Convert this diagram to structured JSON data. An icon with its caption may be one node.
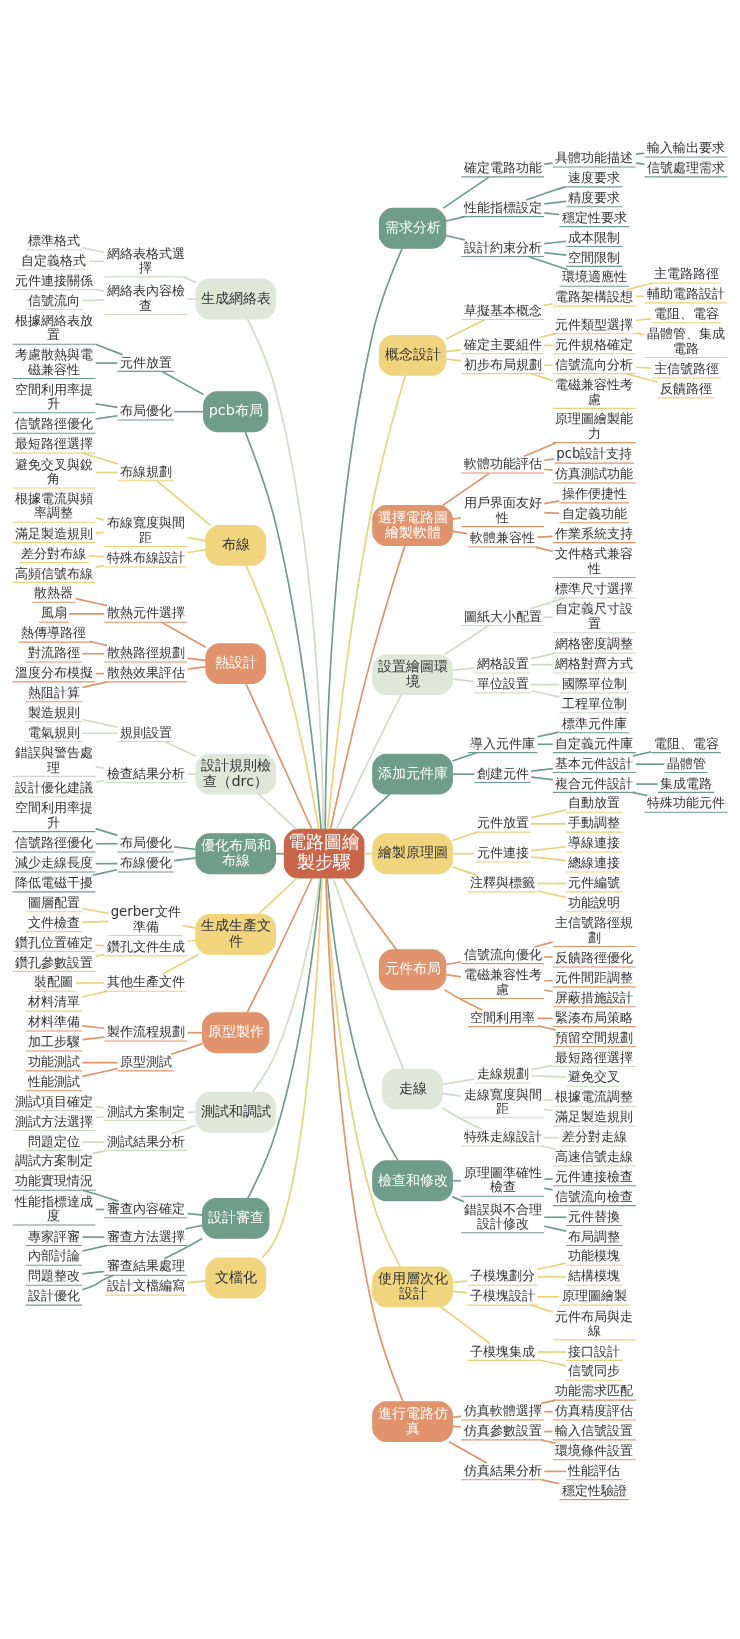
{
  "diagram": {
    "nodes": [
      {
        "text": [
          "電路圖繪製步驟"
        ]
      },
      {
        "text": [
          "需求分析"
        ]
      },
      {
        "text": [
          "確定電路功能"
        ]
      },
      {
        "text": [
          "具體功能描述"
        ]
      },
      {
        "text": [
          "輸入輸出要求"
        ]
      },
      {
        "text": [
          "信號處理需求"
        ]
      },
      {
        "text": [
          "性能指標設定"
        ]
      },
      {
        "text": [
          "速度要求"
        ]
      },
      {
        "text": [
          "精度要求"
        ]
      },
      {
        "text": [
          "穩定性要求"
        ]
      },
      {
        "text": [
          "設計約束分析"
        ]
      },
      {
        "text": [
          "成本限制"
        ]
      },
      {
        "text": [
          "空間限制"
        ]
      },
      {
        "text": [
          "環境適應性"
        ]
      },
      {
        "text": [
          "概念設計"
        ]
      },
      {
        "text": [
          "草擬基本概念"
        ]
      },
      {
        "text": [
          "電路架構設想"
        ]
      },
      {
        "text": [
          "主電路路徑"
        ]
      },
      {
        "text": [
          "輔助電路設計"
        ]
      },
      {
        "text": [
          "確定主要組件"
        ]
      },
      {
        "text": [
          "元件類型選擇"
        ]
      },
      {
        "text": [
          "電阻、電容"
        ]
      },
      {
        "text": [
          "晶體管、集成電路"
        ]
      },
      {
        "text": [
          "元件規格確定"
        ]
      },
      {
        "text": [
          "初步布局規劃"
        ]
      },
      {
        "text": [
          "信號流向分析"
        ]
      },
      {
        "text": [
          "主信號路徑"
        ]
      },
      {
        "text": [
          "反饋路徑"
        ]
      },
      {
        "text": [
          "電磁兼容性考慮"
        ]
      },
      {
        "text": [
          "選擇電路圖繪製軟體"
        ]
      },
      {
        "text": [
          "軟體功能評估"
        ]
      },
      {
        "text": [
          "原理圖繪製能力"
        ]
      },
      {
        "text": [
          "pcb設計支持"
        ]
      },
      {
        "text": [
          "仿真測試功能"
        ]
      },
      {
        "text": [
          "用戶界面友好性"
        ]
      },
      {
        "text": [
          "操作便捷性"
        ]
      },
      {
        "text": [
          "自定義功能"
        ]
      },
      {
        "text": [
          "軟體兼容性"
        ]
      },
      {
        "text": [
          "作業系統支持"
        ]
      },
      {
        "text": [
          "文件格式兼容性"
        ]
      },
      {
        "text": [
          "設置繪圖環境"
        ]
      },
      {
        "text": [
          "圖紙大小配置"
        ]
      },
      {
        "text": [
          "標準尺寸選擇"
        ]
      },
      {
        "text": [
          "自定義尺寸設置"
        ]
      },
      {
        "text": [
          "網格設置"
        ]
      },
      {
        "text": [
          "網格密度調整"
        ]
      },
      {
        "text": [
          "網格對齊方式"
        ]
      },
      {
        "text": [
          "單位設置"
        ]
      },
      {
        "text": [
          "國際單位制"
        ]
      },
      {
        "text": [
          "工程單位制"
        ]
      },
      {
        "text": [
          "添加元件庫"
        ]
      },
      {
        "text": [
          "導入元件庫"
        ]
      },
      {
        "text": [
          "標準元件庫"
        ]
      },
      {
        "text": [
          "自定義元件庫"
        ]
      },
      {
        "text": [
          "創建元件"
        ]
      },
      {
        "text": [
          "基本元件設計"
        ]
      },
      {
        "text": [
          "電阻、電容"
        ]
      },
      {
        "text": [
          "晶體管"
        ]
      },
      {
        "text": [
          "複合元件設計"
        ]
      },
      {
        "text": [
          "集成電路"
        ]
      },
      {
        "text": [
          "特殊功能元件"
        ]
      },
      {
        "text": [
          "繪製原理圖"
        ]
      },
      {
        "text": [
          "元件放置"
        ]
      },
      {
        "text": [
          "自動放置"
        ]
      },
      {
        "text": [
          "手動調整"
        ]
      },
      {
        "text": [
          "元件連接"
        ]
      },
      {
        "text": [
          "導線連接"
        ]
      },
      {
        "text": [
          "總線連接"
        ]
      },
      {
        "text": [
          "注釋與標籤"
        ]
      },
      {
        "text": [
          "元件編號"
        ]
      },
      {
        "text": [
          "功能說明"
        ]
      },
      {
        "text": [
          "元件布局"
        ]
      },
      {
        "text": [
          "信號流向優化"
        ]
      },
      {
        "text": [
          "主信號路徑規劃"
        ]
      },
      {
        "text": [
          "反饋路徑優化"
        ]
      },
      {
        "text": [
          "電磁兼容性考慮"
        ]
      },
      {
        "text": [
          "元件間距調整"
        ]
      },
      {
        "text": [
          "屏蔽措施設計"
        ]
      },
      {
        "text": [
          "空間利用率"
        ]
      },
      {
        "text": [
          "緊湊布局策略"
        ]
      },
      {
        "text": [
          "預留空間規劃"
        ]
      },
      {
        "text": [
          "走線"
        ]
      },
      {
        "text": [
          "走線規劃"
        ]
      },
      {
        "text": [
          "最短路徑選擇"
        ]
      },
      {
        "text": [
          "避免交叉"
        ]
      },
      {
        "text": [
          "走線寬度與間距"
        ]
      },
      {
        "text": [
          "根據電流調整"
        ]
      },
      {
        "text": [
          "滿足製造規則"
        ]
      },
      {
        "text": [
          "特殊走線設計"
        ]
      },
      {
        "text": [
          "差分對走線"
        ]
      },
      {
        "text": [
          "高速信號走線"
        ]
      },
      {
        "text": [
          "檢查和修改"
        ]
      },
      {
        "text": [
          "原理圖準確性檢查"
        ]
      },
      {
        "text": [
          "元件連接檢查"
        ]
      },
      {
        "text": [
          "信號流向檢查"
        ]
      },
      {
        "text": [
          "錯誤與不合理設計修改"
        ]
      },
      {
        "text": [
          "元件替換"
        ]
      },
      {
        "text": [
          "布局調整"
        ]
      },
      {
        "text": [
          "使用層次化設計"
        ]
      },
      {
        "text": [
          "子模塊劃分"
        ]
      },
      {
        "text": [
          "功能模塊"
        ]
      },
      {
        "text": [
          "結構模塊"
        ]
      },
      {
        "text": [
          "子模塊設計"
        ]
      },
      {
        "text": [
          "原理圖繪製"
        ]
      },
      {
        "text": [
          "元件布局與走線"
        ]
      },
      {
        "text": [
          "子模塊集成"
        ]
      },
      {
        "text": [
          "接口設計"
        ]
      },
      {
        "text": [
          "信號同步"
        ]
      },
      {
        "text": [
          "進行電路仿真"
        ]
      },
      {
        "text": [
          "仿真軟體選擇"
        ]
      },
      {
        "text": [
          "功能需求匹配"
        ]
      },
      {
        "text": [
          "仿真精度評估"
        ]
      },
      {
        "text": [
          "仿真參數設置"
        ]
      },
      {
        "text": [
          "輸入信號設置"
        ]
      },
      {
        "text": [
          "環境條件設置"
        ]
      },
      {
        "text": [
          "仿真結果分析"
        ]
      },
      {
        "text": [
          "性能評估"
        ]
      },
      {
        "text": [
          "穩定性驗證"
        ]
      },
      {
        "text": [
          "生成網絡表"
        ]
      },
      {
        "text": [
          "網絡表格式選擇"
        ]
      },
      {
        "text": [
          "標準格式"
        ]
      },
      {
        "text": [
          "自定義格式"
        ]
      },
      {
        "text": [
          "網絡表內容檢查"
        ]
      },
      {
        "text": [
          "元件連接關係"
        ]
      },
      {
        "text": [
          "信號流向"
        ]
      },
      {
        "text": [
          "pcb布局"
        ]
      },
      {
        "text": [
          "元件放置"
        ]
      },
      {
        "text": [
          "根據網絡表放置"
        ]
      },
      {
        "text": [
          "考慮散熱與電磁兼容性"
        ]
      },
      {
        "text": [
          "布局優化"
        ]
      },
      {
        "text": [
          "空間利用率提升"
        ]
      },
      {
        "text": [
          "信號路徑優化"
        ]
      },
      {
        "text": [
          "布線"
        ]
      },
      {
        "text": [
          "布線規劃"
        ]
      },
      {
        "text": [
          "最短路徑選擇"
        ]
      },
      {
        "text": [
          "避免交叉與銳角"
        ]
      },
      {
        "text": [
          "布線寬度與間距"
        ]
      },
      {
        "text": [
          "根據電流與頻率調整"
        ]
      },
      {
        "text": [
          "滿足製造規則"
        ]
      },
      {
        "text": [
          "特殊布線設計"
        ]
      },
      {
        "text": [
          "差分對布線"
        ]
      },
      {
        "text": [
          "高頻信號布線"
        ]
      },
      {
        "text": [
          "熱設計"
        ]
      },
      {
        "text": [
          "散熱元件選擇"
        ]
      },
      {
        "text": [
          "散熱器"
        ]
      },
      {
        "text": [
          "風扇"
        ]
      },
      {
        "text": [
          "散熱路徑規劃"
        ]
      },
      {
        "text": [
          "熱傳導路徑"
        ]
      },
      {
        "text": [
          "對流路徑"
        ]
      },
      {
        "text": [
          "散熱效果評估"
        ]
      },
      {
        "text": [
          "溫度分布模擬"
        ]
      },
      {
        "text": [
          "熱阻計算"
        ]
      },
      {
        "text": [
          "設計規則檢查（drc）"
        ]
      },
      {
        "text": [
          "規則設置"
        ]
      },
      {
        "text": [
          "製造規則"
        ]
      },
      {
        "text": [
          "電氣規則"
        ]
      },
      {
        "text": [
          "檢查結果分析"
        ]
      },
      {
        "text": [
          "錯誤與警告處理"
        ]
      },
      {
        "text": [
          "設計優化建議"
        ]
      },
      {
        "text": [
          "優化布局和布線"
        ]
      },
      {
        "text": [
          "布局優化"
        ]
      },
      {
        "text": [
          "空間利用率提升"
        ]
      },
      {
        "text": [
          "信號路徑優化"
        ]
      },
      {
        "text": [
          "布線優化"
        ]
      },
      {
        "text": [
          "減少走線長度"
        ]
      },
      {
        "text": [
          "降低電磁干擾"
        ]
      },
      {
        "text": [
          "生成生產文件"
        ]
      },
      {
        "text": [
          "gerber文件準備"
        ]
      },
      {
        "text": [
          "圖層配置"
        ]
      },
      {
        "text": [
          "文件檢查"
        ]
      },
      {
        "text": [
          "鑽孔文件生成"
        ]
      },
      {
        "text": [
          "鑽孔位置確定"
        ]
      },
      {
        "text": [
          "鑽孔參數設置"
        ]
      },
      {
        "text": [
          "其他生產文件"
        ]
      },
      {
        "text": [
          "裝配圖"
        ]
      },
      {
        "text": [
          "材料清單"
        ]
      },
      {
        "text": [
          "原型製作"
        ]
      },
      {
        "text": [
          "製作流程規劃"
        ]
      },
      {
        "text": [
          "材料準備"
        ]
      },
      {
        "text": [
          "加工步驟"
        ]
      },
      {
        "text": [
          "原型測試"
        ]
      },
      {
        "text": [
          "功能測試"
        ]
      },
      {
        "text": [
          "性能測試"
        ]
      },
      {
        "text": [
          "測試和調試"
        ]
      },
      {
        "text": [
          "測試方案制定"
        ]
      },
      {
        "text": [
          "測試項目確定"
        ]
      },
      {
        "text": [
          "測試方法選擇"
        ]
      },
      {
        "text": [
          "測試結果分析"
        ]
      },
      {
        "text": [
          "問題定位"
        ]
      },
      {
        "text": [
          "調試方案制定"
        ]
      },
      {
        "text": [
          "設計審查"
        ]
      },
      {
        "text": [
          "審查內容確定"
        ]
      },
      {
        "text": [
          "功能實現情況"
        ]
      },
      {
        "text": [
          "性能指標達成度"
        ]
      },
      {
        "text": [
          "審查方法選擇"
        ]
      },
      {
        "text": [
          "專家評審"
        ]
      },
      {
        "text": [
          "內部討論"
        ]
      },
      {
        "text": [
          "審查結果處理"
        ]
      },
      {
        "text": [
          "問題整改"
        ]
      },
      {
        "text": [
          "設計優化"
        ]
      },
      {
        "text": [
          "文檔化"
        ]
      },
      {
        "text": [
          "設計文檔編寫"
        ]
      }
    ],
    "edges": [
      {
        "from": 0,
        "to": 1,
        "arrow": "none",
        "color": "#6f9c8b"
      },
      {
        "from": 1,
        "to": 2,
        "arrow": "none",
        "color": "#6f9c8b"
      },
      {
        "from": 2,
        "to": 3,
        "arrow": "none",
        "color": "#6f9c8b"
      },
      {
        "from": 3,
        "to": 4,
        "arrow": "none",
        "color": "#6f9c8b"
      },
      {
        "from": 3,
        "to": 5,
        "arrow": "none",
        "color": "#6f9c8b"
      },
      {
        "from": 1,
        "to": 6,
        "arrow": "none",
        "color": "#6f9c8b"
      },
      {
        "from": 6,
        "to": 7,
        "arrow": "none",
        "color": "#6f9c8b"
      },
      {
        "from": 6,
        "to": 8,
        "arrow": "none",
        "color": "#6f9c8b"
      },
      {
        "from": 6,
        "to": 9,
        "arrow": "none",
        "color": "#6f9c8b"
      },
      {
        "from": 1,
        "to": 10,
        "arrow": "none",
        "color": "#6f9c8b"
      },
      {
        "from": 10,
        "to": 11,
        "arrow": "none",
        "color": "#6f9c8b"
      },
      {
        "from": 10,
        "to": 12,
        "arrow": "none",
        "color": "#6f9c8b"
      },
      {
        "from": 10,
        "to": 13,
        "arrow": "none",
        "color": "#6f9c8b"
      },
      {
        "from": 0,
        "to": 14,
        "arrow": "none",
        "color": "#ead27c"
      },
      {
        "from": 14,
        "to": 15,
        "arrow": "none",
        "color": "#ead27c"
      },
      {
        "from": 15,
        "to": 16,
        "arrow": "none",
        "color": "#ead27c"
      },
      {
        "from": 16,
        "to": 17,
        "arrow": "none",
        "color": "#ead27c"
      },
      {
        "from": 16,
        "to": 18,
        "arrow": "none",
        "color": "#ead27c"
      },
      {
        "from": 14,
        "to": 19,
        "arrow": "none",
        "color": "#ead27c"
      },
      {
        "from": 19,
        "to": 20,
        "arrow": "none",
        "color": "#ead27c"
      },
      {
        "from": 20,
        "to": 21,
        "arrow": "none",
        "color": "#ead27c"
      },
      {
        "from": 20,
        "to": 22,
        "arrow": "none",
        "color": "#ead27c"
      },
      {
        "from": 19,
        "to": 23,
        "arrow": "none",
        "color": "#ead27c"
      },
      {
        "from": 14,
        "to": 24,
        "arrow": "none",
        "color": "#ead27c"
      },
      {
        "from": 24,
        "to": 25,
        "arrow": "none",
        "color": "#ead27c"
      },
      {
        "from": 25,
        "to": 26,
        "arrow": "none",
        "color": "#ead27c"
      },
      {
        "from": 25,
        "to": 27,
        "arrow": "none",
        "color": "#ead27c"
      },
      {
        "from": 24,
        "to": 28,
        "arrow": "none",
        "color": "#ead27c"
      },
      {
        "from": 0,
        "to": 29,
        "arrow": "none",
        "color": "#df946b"
      },
      {
        "from": 29,
        "to": 30,
        "arrow": "none",
        "color": "#df946b"
      },
      {
        "from": 30,
        "to": 31,
        "arrow": "none",
        "color": "#df946b"
      },
      {
        "from": 30,
        "to": 32,
        "arrow": "none",
        "color": "#df946b"
      },
      {
        "from": 30,
        "to": 33,
        "arrow": "none",
        "color": "#df946b"
      },
      {
        "from": 29,
        "to": 34,
        "arrow": "none",
        "color": "#df946b"
      },
      {
        "from": 34,
        "to": 35,
        "arrow": "none",
        "color": "#df946b"
      },
      {
        "from": 34,
        "to": 36,
        "arrow": "none",
        "color": "#df946b"
      },
      {
        "from": 29,
        "to": 37,
        "arrow": "none",
        "color": "#df946b"
      },
      {
        "from": 37,
        "to": 38,
        "arrow": "none",
        "color": "#df946b"
      },
      {
        "from": 37,
        "to": 39,
        "arrow": "none",
        "color": "#df946b"
      },
      {
        "from": 0,
        "to": 40,
        "arrow": "none",
        "color": "#cfdcc5"
      },
      {
        "from": 40,
        "to": 41,
        "arrow": "none",
        "color": "#cfdcc5"
      },
      {
        "from": 41,
        "to": 42,
        "arrow": "none",
        "color": "#cfdcc5"
      },
      {
        "from": 41,
        "to": 43,
        "arrow": "none",
        "color": "#cfdcc5"
      },
      {
        "from": 40,
        "to": 44,
        "arrow": "none",
        "color": "#cfdcc5"
      },
      {
        "from": 44,
        "to": 45,
        "arrow": "none",
        "color": "#cfdcc5"
      },
      {
        "from": 44,
        "to": 46,
        "arrow": "none",
        "color": "#cfdcc5"
      },
      {
        "from": 40,
        "to": 47,
        "arrow": "none",
        "color": "#cfdcc5"
      },
      {
        "from": 47,
        "to": 48,
        "arrow": "none",
        "color": "#cfdcc5"
      },
      {
        "from": 47,
        "to": 49,
        "arrow": "none",
        "color": "#cfdcc5"
      },
      {
        "from": 0,
        "to": 50,
        "arrow": "none",
        "color": "#6f9c8b"
      },
      {
        "from": 50,
        "to": 51,
        "arrow": "none",
        "color": "#6f9c8b"
      },
      {
        "from": 51,
        "to": 52,
        "arrow": "none",
        "color": "#6f9c8b"
      },
      {
        "from": 51,
        "to": 53,
        "arrow": "none",
        "color": "#6f9c8b"
      },
      {
        "from": 50,
        "to": 54,
        "arrow": "none",
        "color": "#6f9c8b"
      },
      {
        "from": 54,
        "to": 55,
        "arrow": "none",
        "color": "#6f9c8b"
      },
      {
        "from": 55,
        "to": 56,
        "arrow": "none",
        "color": "#6f9c8b"
      },
      {
        "from": 55,
        "to": 57,
        "arrow": "none",
        "color": "#6f9c8b"
      },
      {
        "from": 54,
        "to": 58,
        "arrow": "none",
        "color": "#6f9c8b"
      },
      {
        "from": 58,
        "to": 59,
        "arrow": "none",
        "color": "#6f9c8b"
      },
      {
        "from": 58,
        "to": 60,
        "arrow": "none",
        "color": "#6f9c8b"
      },
      {
        "from": 0,
        "to": 61,
        "arrow": "none",
        "color": "#ead27c"
      },
      {
        "from": 61,
        "to": 62,
        "arrow": "none",
        "color": "#ead27c"
      },
      {
        "from": 62,
        "to": 63,
        "arrow": "none",
        "color": "#ead27c"
      },
      {
        "from": 62,
        "to": 64,
        "arrow": "none",
        "color": "#ead27c"
      },
      {
        "from": 61,
        "to": 65,
        "arrow": "none",
        "color": "#ead27c"
      },
      {
        "from": 65,
        "to": 66,
        "arrow": "none",
        "color": "#ead27c"
      },
      {
        "from": 65,
        "to": 67,
        "arrow": "none",
        "color": "#ead27c"
      },
      {
        "from": 61,
        "to": 68,
        "arrow": "none",
        "color": "#ead27c"
      },
      {
        "from": 68,
        "to": 69,
        "arrow": "none",
        "color": "#ead27c"
      },
      {
        "from": 68,
        "to": 70,
        "arrow": "none",
        "color": "#ead27c"
      },
      {
        "from": 0,
        "to": 71,
        "arrow": "none",
        "color": "#df946b"
      },
      {
        "from": 71,
        "to": 72,
        "arrow": "none",
        "color": "#df946b"
      },
      {
        "from": 72,
        "to": 73,
        "arrow": "none",
        "color": "#df946b"
      },
      {
        "from": 72,
        "to": 74,
        "arrow": "none",
        "color": "#df946b"
      },
      {
        "from": 71,
        "to": 75,
        "arrow": "none",
        "color": "#df946b"
      },
      {
        "from": 75,
        "to": 76,
        "arrow": "none",
        "color": "#df946b"
      },
      {
        "from": 75,
        "to": 77,
        "arrow": "none",
        "color": "#df946b"
      },
      {
        "from": 71,
        "to": 78,
        "arrow": "none",
        "color": "#df946b"
      },
      {
        "from": 78,
        "to": 79,
        "arrow": "none",
        "color": "#df946b"
      },
      {
        "from": 78,
        "to": 80,
        "arrow": "none",
        "color": "#df946b"
      },
      {
        "from": 0,
        "to": 81,
        "arrow": "none",
        "color": "#cfdcc5"
      },
      {
        "from": 81,
        "to": 82,
        "arrow": "none",
        "color": "#cfdcc5"
      },
      {
        "from": 82,
        "to": 83,
        "arrow": "none",
        "color": "#cfdcc5"
      },
      {
        "from": 82,
        "to": 84,
        "arrow": "none",
        "color": "#cfdcc5"
      },
      {
        "from": 81,
        "to": 85,
        "arrow": "none",
        "color": "#cfdcc5"
      },
      {
        "from": 85,
        "to": 86,
        "arrow": "none",
        "color": "#cfdcc5"
      },
      {
        "from": 85,
        "to": 87,
        "arrow": "none",
        "color": "#cfdcc5"
      },
      {
        "from": 81,
        "to": 88,
        "arrow": "none",
        "color": "#cfdcc5"
      },
      {
        "from": 88,
        "to": 89,
        "arrow": "none",
        "color": "#cfdcc5"
      },
      {
        "from": 88,
        "to": 90,
        "arrow": "none",
        "color": "#cfdcc5"
      },
      {
        "from": 0,
        "to": 91,
        "arrow": "none",
        "color": "#6f9c8b"
      },
      {
        "from": 91,
        "to": 92,
        "arrow": "none",
        "color": "#6f9c8b"
      },
      {
        "from": 92,
        "to": 93,
        "arrow": "none",
        "color": "#6f9c8b"
      },
      {
        "from": 92,
        "to": 94,
        "arrow": "none",
        "color": "#6f9c8b"
      },
      {
        "from": 91,
        "to": 95,
        "arrow": "none",
        "color": "#6f9c8b"
      },
      {
        "from": 95,
        "to": 96,
        "arrow": "none",
        "color": "#6f9c8b"
      },
      {
        "from": 95,
        "to": 97,
        "arrow": "none",
        "color": "#6f9c8b"
      },
      {
        "from": 0,
        "to": 98,
        "arrow": "none",
        "color": "#ead27c"
      },
      {
        "from": 98,
        "to": 99,
        "arrow": "none",
        "color": "#ead27c"
      },
      {
        "from": 99,
        "to": 100,
        "arrow": "none",
        "color": "#ead27c"
      },
      {
        "from": 99,
        "to": 101,
        "arrow": "none",
        "color": "#ead27c"
      },
      {
        "from": 98,
        "to": 102,
        "arrow": "none",
        "color": "#ead27c"
      },
      {
        "from": 102,
        "to": 103,
        "arrow": "none",
        "color": "#ead27c"
      },
      {
        "from": 102,
        "to": 104,
        "arrow": "none",
        "color": "#ead27c"
      },
      {
        "from": 98,
        "to": 105,
        "arrow": "none",
        "color": "#ead27c"
      },
      {
        "from": 105,
        "to": 106,
        "arrow": "none",
        "color": "#ead27c"
      },
      {
        "from": 105,
        "to": 107,
        "arrow": "none",
        "color": "#ead27c"
      },
      {
        "from": 0,
        "to": 108,
        "arrow": "none",
        "color": "#df946b"
      },
      {
        "from": 108,
        "to": 109,
        "arrow": "none",
        "color": "#df946b"
      },
      {
        "from": 109,
        "to": 110,
        "arrow": "none",
        "color": "#df946b"
      },
      {
        "from": 109,
        "to": 111,
        "arrow": "none",
        "color": "#df946b"
      },
      {
        "from": 108,
        "to": 112,
        "arrow": "none",
        "color": "#df946b"
      },
      {
        "from": 112,
        "to": 113,
        "arrow": "none",
        "color": "#df946b"
      },
      {
        "from": 112,
        "to": 114,
        "arrow": "none",
        "color": "#df946b"
      },
      {
        "from": 108,
        "to": 115,
        "arrow": "none",
        "color": "#df946b"
      },
      {
        "from": 115,
        "to": 116,
        "arrow": "none",
        "color": "#df946b"
      },
      {
        "from": 115,
        "to": 117,
        "arrow": "none",
        "color": "#df946b"
      },
      {
        "from": 0,
        "to": 118,
        "arrow": "none",
        "color": "#cfdcc5"
      },
      {
        "from": 118,
        "to": 119,
        "arrow": "none",
        "color": "#cfdcc5"
      },
      {
        "from": 119,
        "to": 120,
        "arrow": "none",
        "color": "#cfdcc5"
      },
      {
        "from": 119,
        "to": 121,
        "arrow": "none",
        "color": "#cfdcc5"
      },
      {
        "from": 118,
        "to": 122,
        "arrow": "none",
        "color": "#cfdcc5"
      },
      {
        "from": 122,
        "to": 123,
        "arrow": "none",
        "color": "#cfdcc5"
      },
      {
        "from": 122,
        "to": 124,
        "arrow": "none",
        "color": "#cfdcc5"
      },
      {
        "from": 0,
        "to": 125,
        "arrow": "none",
        "color": "#6f9c8b"
      },
      {
        "from": 125,
        "to": 126,
        "arrow": "none",
        "color": "#6f9c8b"
      },
      {
        "from": 126,
        "to": 127,
        "arrow": "none",
        "color": "#6f9c8b"
      },
      {
        "from": 126,
        "to": 128,
        "arrow": "none",
        "color": "#6f9c8b"
      },
      {
        "from": 125,
        "to": 129,
        "arrow": "none",
        "color": "#6f9c8b"
      },
      {
        "from": 129,
        "to": 130,
        "arrow": "none",
        "color": "#6f9c8b"
      },
      {
        "from": 129,
        "to": 131,
        "arrow": "none",
        "color": "#6f9c8b"
      },
      {
        "from": 0,
        "to": 132,
        "arrow": "none",
        "color": "#ead27c"
      },
      {
        "from": 132,
        "to": 133,
        "arrow": "none",
        "color": "#ead27c"
      },
      {
        "from": 133,
        "to": 134,
        "arrow": "none",
        "color": "#ead27c"
      },
      {
        "from": 133,
        "to": 135,
        "arrow": "none",
        "color": "#ead27c"
      },
      {
        "from": 132,
        "to": 136,
        "arrow": "none",
        "color": "#ead27c"
      },
      {
        "from": 136,
        "to": 137,
        "arrow": "none",
        "color": "#ead27c"
      },
      {
        "from": 136,
        "to": 138,
        "arrow": "none",
        "color": "#ead27c"
      },
      {
        "from": 132,
        "to": 139,
        "arrow": "none",
        "color": "#ead27c"
      },
      {
        "from": 139,
        "to": 140,
        "arrow": "none",
        "color": "#ead27c"
      },
      {
        "from": 139,
        "to": 141,
        "arrow": "none",
        "color": "#ead27c"
      },
      {
        "from": 0,
        "to": 142,
        "arrow": "none",
        "color": "#df946b"
      },
      {
        "from": 142,
        "to": 143,
        "arrow": "none",
        "color": "#df946b"
      },
      {
        "from": 143,
        "to": 144,
        "arrow": "none",
        "color": "#df946b"
      },
      {
        "from": 143,
        "to": 145,
        "arrow": "none",
        "color": "#df946b"
      },
      {
        "from": 142,
        "to": 146,
        "arrow": "none",
        "color": "#df946b"
      },
      {
        "from": 146,
        "to": 147,
        "arrow": "none",
        "color": "#df946b"
      },
      {
        "from": 146,
        "to": 148,
        "arrow": "none",
        "color": "#df946b"
      },
      {
        "from": 142,
        "to": 149,
        "arrow": "none",
        "color": "#df946b"
      },
      {
        "from": 149,
        "to": 150,
        "arrow": "none",
        "color": "#df946b"
      },
      {
        "from": 149,
        "to": 151,
        "arrow": "none",
        "color": "#df946b"
      },
      {
        "from": 0,
        "to": 152,
        "arrow": "none",
        "color": "#cfdcc5"
      },
      {
        "from": 152,
        "to": 153,
        "arrow": "none",
        "color": "#cfdcc5"
      },
      {
        "from": 153,
        "to": 154,
        "arrow": "none",
        "color": "#cfdcc5"
      },
      {
        "from": 153,
        "to": 155,
        "arrow": "none",
        "color": "#cfdcc5"
      },
      {
        "from": 152,
        "to": 156,
        "arrow": "none",
        "color": "#cfdcc5"
      },
      {
        "from": 156,
        "to": 157,
        "arrow": "none",
        "color": "#cfdcc5"
      },
      {
        "from": 156,
        "to": 158,
        "arrow": "none",
        "color": "#cfdcc5"
      },
      {
        "from": 0,
        "to": 159,
        "arrow": "none",
        "color": "#6f9c8b"
      },
      {
        "from": 159,
        "to": 160,
        "arrow": "none",
        "color": "#6f9c8b"
      },
      {
        "from": 160,
        "to": 161,
        "arrow": "none",
        "color": "#6f9c8b"
      },
      {
        "from": 160,
        "to": 162,
        "arrow": "none",
        "color": "#6f9c8b"
      },
      {
        "from": 159,
        "to": 163,
        "arrow": "none",
        "color": "#6f9c8b"
      },
      {
        "from": 163,
        "to": 164,
        "arrow": "none",
        "color": "#6f9c8b"
      },
      {
        "from": 163,
        "to": 165,
        "arrow": "none",
        "color": "#6f9c8b"
      },
      {
        "from": 0,
        "to": 166,
        "arrow": "none",
        "color": "#ead27c"
      },
      {
        "from": 166,
        "to": 167,
        "arrow": "none",
        "color": "#ead27c"
      },
      {
        "from": 167,
        "to": 168,
        "arrow": "none",
        "color": "#ead27c"
      },
      {
        "from": 167,
        "to": 169,
        "arrow": "none",
        "color": "#ead27c"
      },
      {
        "from": 166,
        "to": 170,
        "arrow": "none",
        "color": "#ead27c"
      },
      {
        "from": 170,
        "to": 171,
        "arrow": "none",
        "color": "#ead27c"
      },
      {
        "from": 170,
        "to": 172,
        "arrow": "none",
        "color": "#ead27c"
      },
      {
        "from": 166,
        "to": 173,
        "arrow": "none",
        "color": "#ead27c"
      },
      {
        "from": 173,
        "to": 174,
        "arrow": "none",
        "color": "#ead27c"
      },
      {
        "from": 173,
        "to": 175,
        "arrow": "none",
        "color": "#ead27c"
      },
      {
        "from": 0,
        "to": 176,
        "arrow": "none",
        "color": "#df946b"
      },
      {
        "from": 176,
        "to": 177,
        "arrow": "none",
        "color": "#df946b"
      },
      {
        "from": 177,
        "to": 178,
        "arrow": "none",
        "color": "#df946b"
      },
      {
        "from": 177,
        "to": 179,
        "arrow": "none",
        "color": "#df946b"
      },
      {
        "from": 176,
        "to": 180,
        "arrow": "none",
        "color": "#df946b"
      },
      {
        "from": 180,
        "to": 181,
        "arrow": "none",
        "color": "#df946b"
      },
      {
        "from": 180,
        "to": 182,
        "arrow": "none",
        "color": "#df946b"
      },
      {
        "from": 0,
        "to": 183,
        "arrow": "none",
        "color": "#cfdcc5"
      },
      {
        "from": 183,
        "to": 184,
        "arrow": "none",
        "color": "#cfdcc5"
      },
      {
        "from": 184,
        "to": 185,
        "arrow": "none",
        "color": "#cfdcc5"
      },
      {
        "from": 184,
        "to": 186,
        "arrow": "none",
        "color": "#cfdcc5"
      },
      {
        "from": 183,
        "to": 187,
        "arrow": "none",
        "color": "#cfdcc5"
      },
      {
        "from": 187,
        "to": 188,
        "arrow": "none",
        "color": "#cfdcc5"
      },
      {
        "from": 187,
        "to": 189,
        "arrow": "none",
        "color": "#cfdcc5"
      },
      {
        "from": 0,
        "to": 190,
        "arrow": "none",
        "color": "#6f9c8b"
      },
      {
        "from": 190,
        "to": 191,
        "arrow": "none",
        "color": "#6f9c8b"
      },
      {
        "from": 191,
        "to": 192,
        "arrow": "none",
        "color": "#6f9c8b"
      },
      {
        "from": 191,
        "to": 193,
        "arrow": "none",
        "color": "#6f9c8b"
      },
      {
        "from": 190,
        "to": 194,
        "arrow": "none",
        "color": "#6f9c8b"
      },
      {
        "from": 194,
        "to": 195,
        "arrow": "none",
        "color": "#6f9c8b"
      },
      {
        "from": 194,
        "to": 196,
        "arrow": "none",
        "color": "#6f9c8b"
      },
      {
        "from": 190,
        "to": 197,
        "arrow": "none",
        "color": "#6f9c8b"
      },
      {
        "from": 197,
        "to": 198,
        "arrow": "none",
        "color": "#6f9c8b"
      },
      {
        "from": 197,
        "to": 199,
        "arrow": "none",
        "color": "#6f9c8b"
      },
      {
        "from": 0,
        "to": 200,
        "arrow": "none",
        "color": "#ead27c"
      },
      {
        "from": 200,
        "to": 201,
        "arrow": "none",
        "color": "#ead27c"
      }
    ]
  }
}
